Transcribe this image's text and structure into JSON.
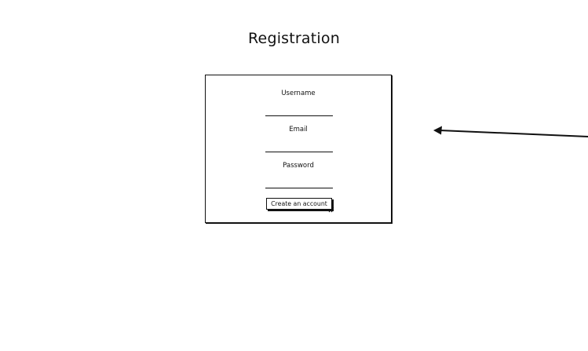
{
  "page": {
    "title": "Registration"
  },
  "form": {
    "fields": [
      {
        "label": "Username",
        "value": "",
        "placeholder": ""
      },
      {
        "label": "Email",
        "value": "",
        "placeholder": ""
      },
      {
        "label": "Password",
        "value": "",
        "placeholder": ""
      }
    ],
    "submit_label": "Create an account"
  },
  "annotation": {
    "icon": "arrow-left-icon"
  },
  "colors": {
    "ink": "#111111",
    "background": "#ffffff"
  }
}
